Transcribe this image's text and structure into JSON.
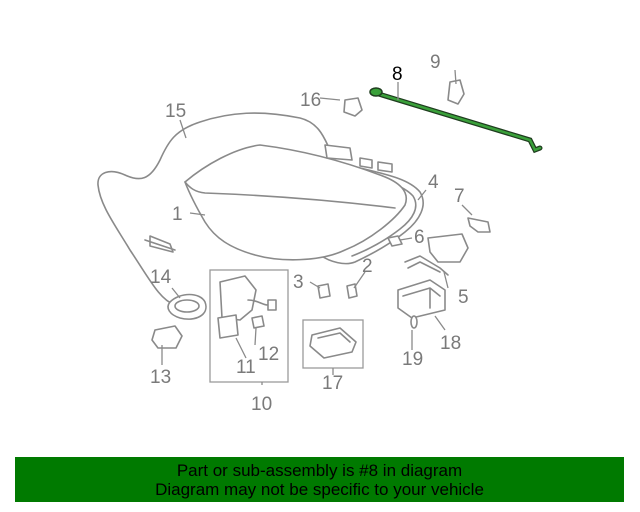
{
  "diagram": {
    "callouts": [
      "1",
      "2",
      "3",
      "4",
      "5",
      "6",
      "7",
      "8",
      "9",
      "10",
      "11",
      "12",
      "13",
      "14",
      "15",
      "16",
      "17",
      "18",
      "19"
    ],
    "highlighted_part": "8",
    "highlight_color": "#2e8b2e"
  },
  "banner": {
    "line1": "Part or sub-assembly is #8 in diagram",
    "line2": "Diagram may not be specific to your vehicle",
    "background": "#007a00"
  }
}
